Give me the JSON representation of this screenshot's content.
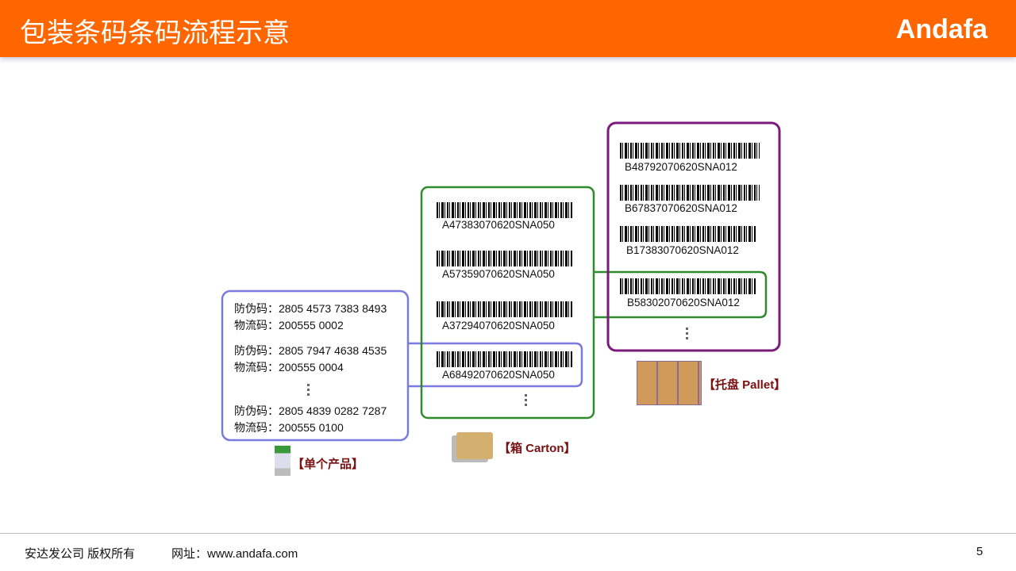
{
  "header": {
    "title": "包装条码条码流程示意",
    "logo": "Andafa"
  },
  "product": {
    "items": [
      {
        "anti_label": "防伪码：",
        "anti": "2805 4573 7383 8493",
        "log_label": "物流码：",
        "log": "200555 0002"
      },
      {
        "anti_label": "防伪码：",
        "anti": "2805 7947 4638 4535",
        "log_label": "物流码：",
        "log": "200555 0004"
      },
      {
        "anti_label": "防伪码：",
        "anti": "2805 4839 0282 7287",
        "log_label": "物流码：",
        "log": "200555 0100"
      }
    ],
    "label": "【单个产品】"
  },
  "carton": {
    "codes": [
      "A47383070620SNA050",
      "A57359070620SNA050",
      "A37294070620SNA050",
      "A68492070620SNA050"
    ],
    "label": "【箱 Carton】"
  },
  "pallet": {
    "codes": [
      "B48792070620SNA012",
      "B67837070620SNA012",
      "B17383070620SNA012",
      "B58302070620SNA012"
    ],
    "label": "【托盘 Pallet】"
  },
  "colors": {
    "header": "#ff6600",
    "product_box": "#7a7ae0",
    "carton_box": "#2e8b2e",
    "pallet_box": "#7a1a7a"
  },
  "footer": {
    "copyright": "安达发公司 版权所有",
    "website": "网址：www.andafa.com",
    "page": "5"
  }
}
